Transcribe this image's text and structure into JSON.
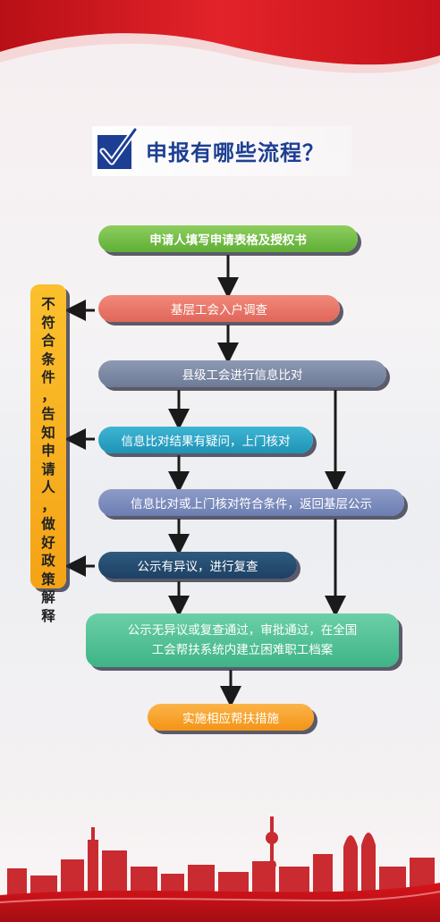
{
  "title": "申报有哪些流程？",
  "side_note": [
    "不",
    "符",
    "合",
    "条",
    "件",
    "，",
    "告",
    "知",
    "申",
    "请",
    "人",
    "，",
    "做",
    "好",
    "政",
    "策",
    "解",
    "释"
  ],
  "steps": {
    "s1": "申请人填写申请表格及授权书",
    "s2": "基层工会入户调查",
    "s3": "县级工会进行信息比对",
    "s4": "信息比对结果有疑问，上门核对",
    "s5": "信息比对或上门核对符合条件，返回基层公示",
    "s6": "公示有异议，进行复查",
    "s7_line1": "公示无异议或复查通过，审批通过，在全国",
    "s7_line2": "工会帮扶系统内建立困难职工档案",
    "s8": "实施相应帮扶措施"
  },
  "icons": {
    "title_icon": "check-icon",
    "skyline": "city-skyline"
  },
  "colors": {
    "title": "#1d3f93",
    "green": "#5fae36",
    "salmon": "#e0665a",
    "slate": "#6d7a96",
    "cyan": "#1e93b6",
    "periwinkle": "#6c7db2",
    "navy": "#1d4164",
    "teal": "#3fb486",
    "orange": "#f39416",
    "side": "#f4a316",
    "red": "#d8141b"
  }
}
